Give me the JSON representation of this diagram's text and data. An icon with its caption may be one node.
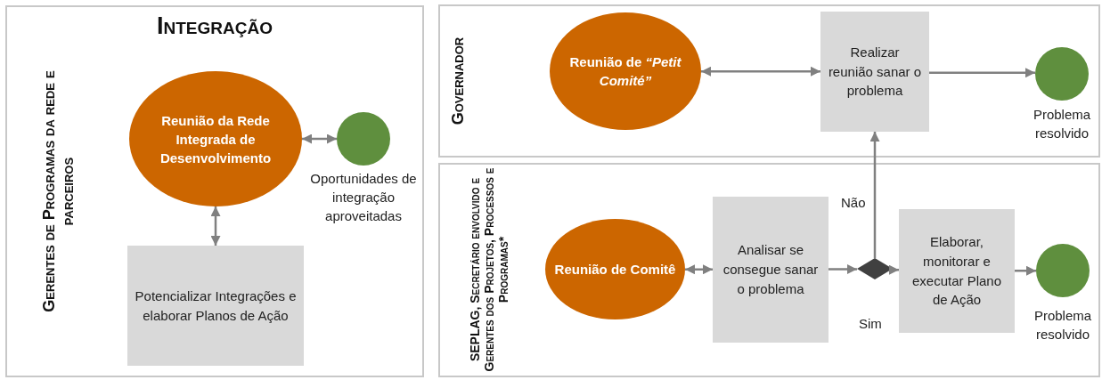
{
  "diagram": {
    "nodes": [
      {
        "text": [
          "Integração",
          "Gerentes de Programas da rede e parceiros"
        ]
      },
      {
        "text": [
          "Reunião da  Rede Integrada de Desenvolvimento"
        ],
        "in": 0
      },
      {
        "text": [],
        "shape": "circle",
        "in": 0,
        "beside": [
          "Oportunidades de integração aproveitadas"
        ]
      },
      {
        "text": [
          "Potencializar Integrações e elaborar Planos de Ação"
        ],
        "in": 0
      },
      {
        "text": [
          "Governador"
        ]
      },
      {
        "text": [
          "Reunião de *“Petit Comité”*"
        ],
        "in": 4
      },
      {
        "text": [
          "Realizar reunião sanar o problema"
        ],
        "in": 4
      },
      {
        "text": [],
        "shape": "circle",
        "in": 4,
        "beside": [
          "Problema resolvido"
        ]
      },
      {
        "text": [
          "SEPLAG, Secretário envolvido e Gerentes dos Projetos, Processos e Programas*"
        ]
      },
      {
        "text": [
          "Reunião de Comitê"
        ],
        "in": 8
      },
      {
        "text": [
          "Analisar se consegue sanar o problema"
        ],
        "in": 8
      },
      {
        "text": [],
        "shape": "diamond",
        "in": 8
      },
      {
        "text": [
          "Elaborar, monitorar  e executar Plano de Ação"
        ],
        "in": 8
      },
      {
        "text": [],
        "shape": "circle",
        "in": 8,
        "beside": [
          "Problema resolvido"
        ]
      }
    ],
    "edges": [
      {
        "from": 1,
        "to": 2,
        "arrow": "both"
      },
      {
        "from": 1,
        "to": 3,
        "arrow": "both"
      },
      {
        "from": 5,
        "to": 6,
        "arrow": "both"
      },
      {
        "from": 6,
        "to": 7,
        "arrow": "to"
      },
      {
        "from": 9,
        "to": 10,
        "arrow": "both"
      },
      {
        "from": 10,
        "to": 11,
        "arrow": "to"
      },
      {
        "from": 11,
        "to": 6,
        "arrow": "to",
        "label": "Não"
      },
      {
        "from": 11,
        "to": 12,
        "arrow": "to",
        "label": "Sim"
      },
      {
        "from": 12,
        "to": 13,
        "arrow": "to"
      }
    ]
  }
}
